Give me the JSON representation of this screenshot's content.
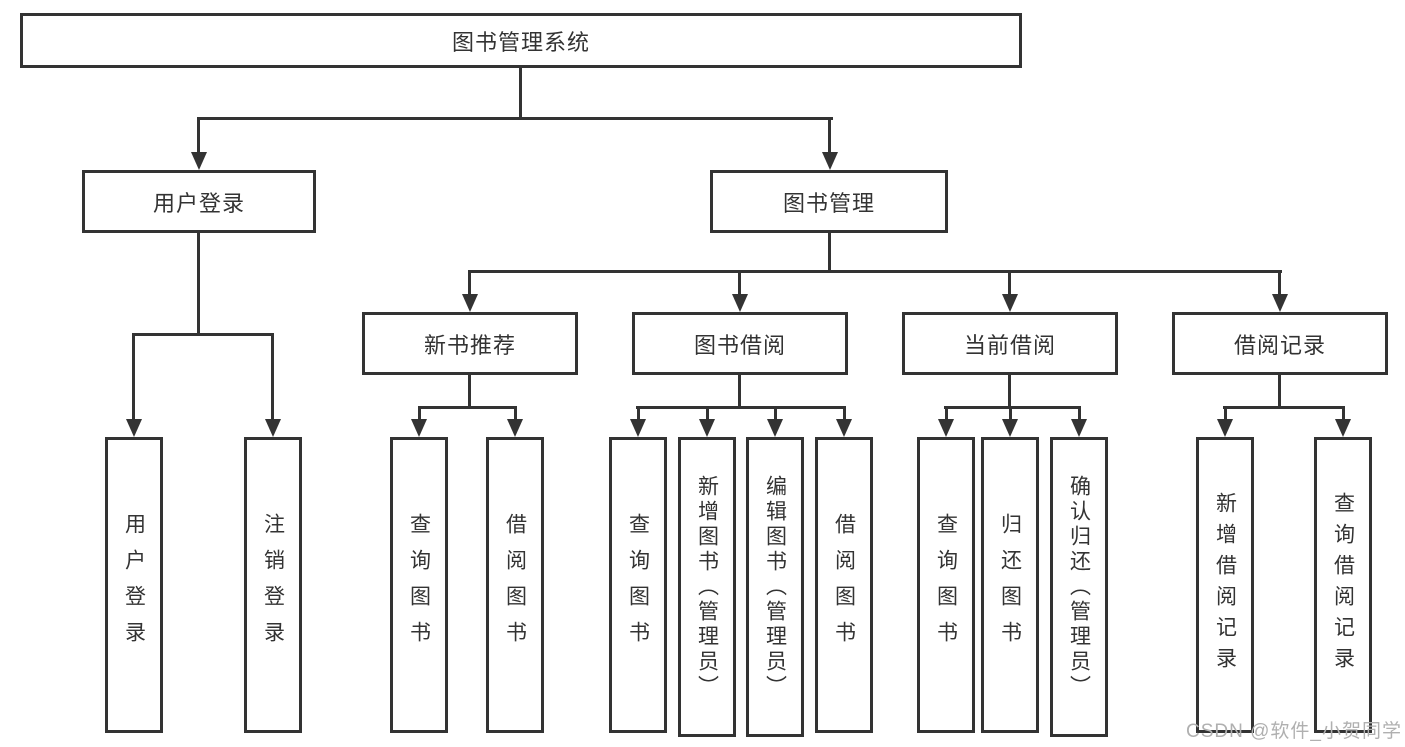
{
  "diagram": {
    "root": {
      "label": "图书管理系统"
    },
    "branches": [
      {
        "label": "用户登录",
        "children": [
          {
            "label": "用户登录"
          },
          {
            "label": "注销登录"
          }
        ]
      },
      {
        "label": "图书管理",
        "groups": [
          {
            "label": "新书推荐",
            "children": [
              {
                "label": "查询图书"
              },
              {
                "label": "借阅图书"
              }
            ]
          },
          {
            "label": "图书借阅",
            "children": [
              {
                "label": "查询图书"
              },
              {
                "label": "新增图书（管理员）"
              },
              {
                "label": "编辑图书（管理员）"
              },
              {
                "label": "借阅图书"
              }
            ]
          },
          {
            "label": "当前借阅",
            "children": [
              {
                "label": "查询图书"
              },
              {
                "label": "归还图书"
              },
              {
                "label": "确认归还（管理员）"
              }
            ]
          },
          {
            "label": "借阅记录",
            "children": [
              {
                "label": "新增借阅记录"
              },
              {
                "label": "查询借阅记录"
              }
            ]
          }
        ]
      }
    ]
  },
  "watermark": {
    "text": "CSDN @软件_小贺同学"
  },
  "colors": {
    "line": "#333333",
    "text": "#333333",
    "box_background": "#ffffff",
    "watermark": "#b0b0b0"
  }
}
